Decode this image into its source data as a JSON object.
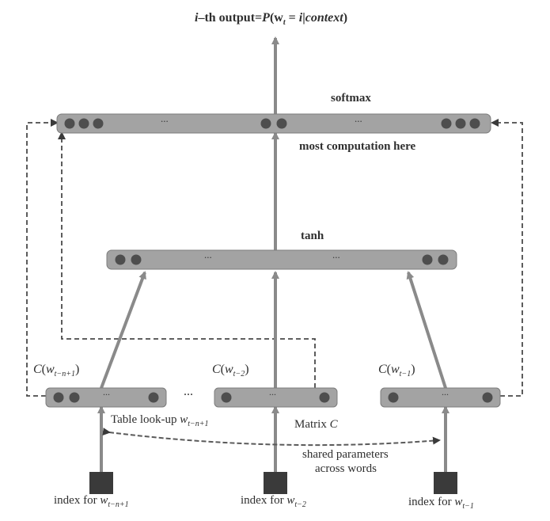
{
  "diagram": {
    "output_label": {
      "prefix": "i",
      "text1": "–th output=",
      "P": "P",
      "text2": "(w",
      "t_sub": "t",
      "eq": " = ",
      "i": "i",
      "bar": "|",
      "context": "context",
      "close": ")"
    },
    "softmax_label": "softmax",
    "computation_note": "most computation here",
    "tanh_label": "tanh",
    "dots": "...",
    "between_boxes_dots": "...",
    "c_labels": [
      {
        "c": "C",
        "open": "(",
        "w": "w",
        "sub": "t−n+1",
        "close": ")"
      },
      {
        "c": "C",
        "open": "(",
        "w": "w",
        "sub": "t−2",
        "close": ")"
      },
      {
        "c": "C",
        "open": "(",
        "w": "w",
        "sub": "t−1",
        "close": ")"
      }
    ],
    "table_lookup": {
      "text": "Table look-up ",
      "w": "w",
      "sub": "t−n+1"
    },
    "matrix_label": {
      "text": "Matrix ",
      "c": "C"
    },
    "shared_line1": "shared parameters",
    "shared_line2": "across words",
    "index_labels": [
      {
        "text": "index for ",
        "w": "w",
        "sub": "t−n+1"
      },
      {
        "text": "index for ",
        "w": "w",
        "sub": "t−2"
      },
      {
        "text": "index for ",
        "w": "w",
        "sub": "t−1"
      }
    ]
  },
  "colors": {
    "bar_fill": "#a3a3a3",
    "bar_stroke": "#7c7c7c",
    "node": "#4e4e4e",
    "arrow": "#8a8a8a",
    "dashed": "#4a4a4a",
    "index_square": "#3a3a3a"
  }
}
